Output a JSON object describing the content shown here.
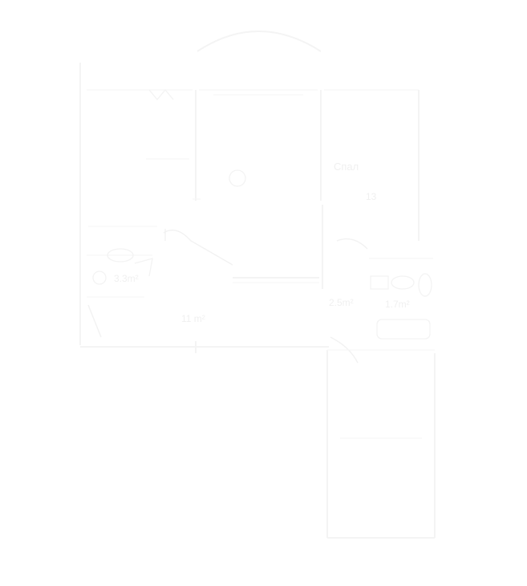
{
  "rooms": {
    "bedroom_label": "Спал",
    "bedroom_area": "13",
    "hall_area": "11 m²",
    "bath_area": "2.5m²",
    "toilet_area": "1.7m²",
    "wc_area": "3.3m²"
  }
}
